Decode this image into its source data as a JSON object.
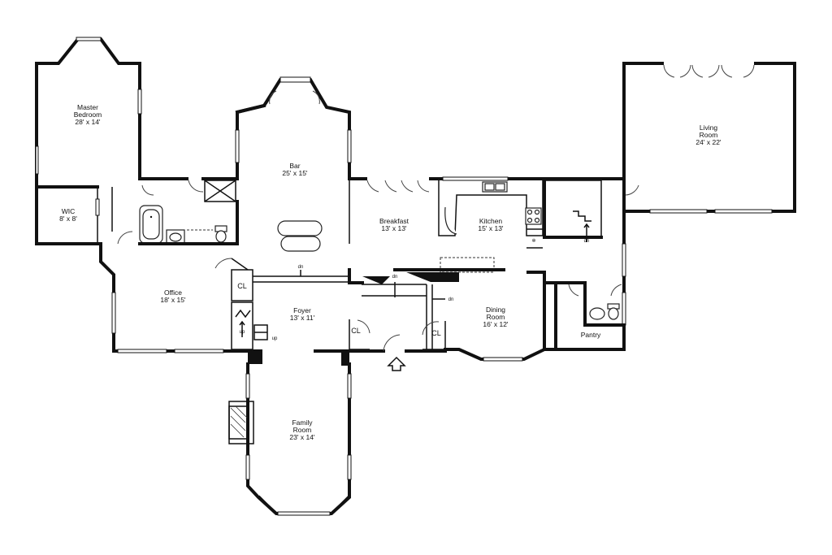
{
  "rooms": {
    "master_bedroom": {
      "name_line1": "Master",
      "name_line2": "Bedroom",
      "dims": "28' x 14'"
    },
    "wic": {
      "name": "WIC",
      "dims": "8' x 8'"
    },
    "bar": {
      "name": "Bar",
      "dims": "25' x 15'"
    },
    "breakfast": {
      "name": "Breakfast",
      "dims": "13' x 13'"
    },
    "kitchen": {
      "name": "Kitchen",
      "dims": "15' x 13'"
    },
    "living_room": {
      "name_line1": "Living",
      "name_line2": "Room",
      "dims": "24' x 22'"
    },
    "office": {
      "name": "Office",
      "dims": "18' x 15'"
    },
    "foyer": {
      "name": "Foyer",
      "dims": "13' x 11'"
    },
    "dining_room": {
      "name_line1": "Dining",
      "name_line2": "Room",
      "dims": "16' x 12'"
    },
    "pantry": {
      "name": "Pantry"
    },
    "family_room": {
      "name_line1": "Family",
      "name_line2": "Room",
      "dims": "23' x 14'"
    }
  },
  "labels": {
    "closet": "CL",
    "stair_down": "dn",
    "stair_up": "up"
  }
}
